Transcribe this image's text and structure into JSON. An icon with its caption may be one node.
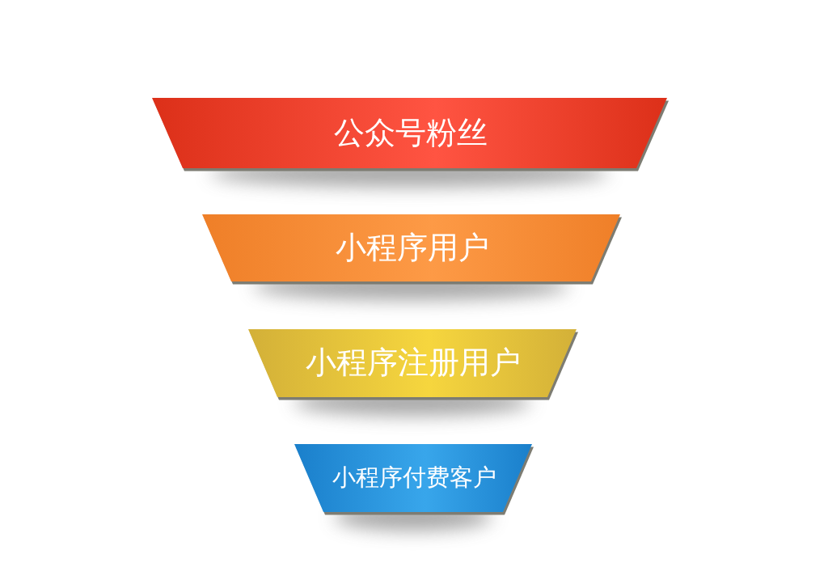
{
  "diagram": {
    "nodes": [
      {
        "text": [
          "公众号粉丝"
        ]
      },
      {
        "text": [
          "小程序用户"
        ]
      },
      {
        "text": [
          "小程序注册用户"
        ]
      },
      {
        "text": [
          "小程序付费客户"
        ]
      }
    ]
  }
}
